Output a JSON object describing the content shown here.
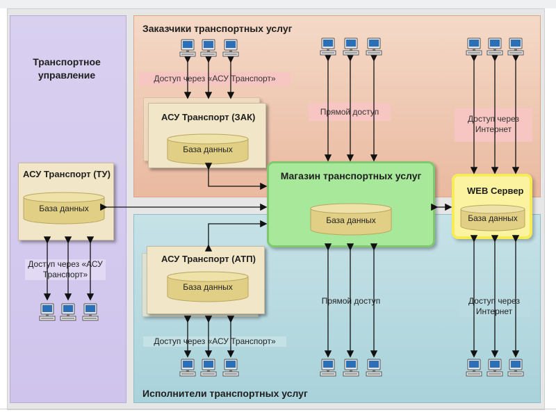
{
  "left_panel": {
    "title": "Транспортное управление",
    "system": "АСУ Транспорт (ТУ)",
    "db": "База данных",
    "access": "Доступ через «АСУ Транспорт»"
  },
  "customers": {
    "title": "Заказчики транспортных услуг",
    "access_asu": "Доступ через «АСУ Транспорт»",
    "system": "АСУ Транспорт (ЗАК)",
    "db": "База данных",
    "direct": "Прямой доступ",
    "internet": "Доступ через Интернет"
  },
  "store": {
    "title": "Магазин транспортных услуг",
    "db": "База данных"
  },
  "web": {
    "title": "WEB Сервер",
    "db": "База данных"
  },
  "executors": {
    "title": "Исполнители транспортных услуг",
    "system": "АСУ Транспорт (АТП)",
    "db": "База данных",
    "access_asu": "Доступ через «АСУ Транспорт»",
    "direct": "Прямой доступ",
    "internet": "Доступ через Интернет"
  },
  "colors": {
    "left_panel": "#d9d0f0",
    "customers_panel": "#f0cdb6",
    "executors_panel": "#bcdde3",
    "store": "#a8e89a",
    "web": "#fbf3a0",
    "system": "#f2e6c8",
    "db": "#e7d89a",
    "pink_label": "#f7c6c2"
  },
  "icons": [
    "computer-terminal-icon",
    "database-cylinder-icon",
    "arrow-icon"
  ]
}
